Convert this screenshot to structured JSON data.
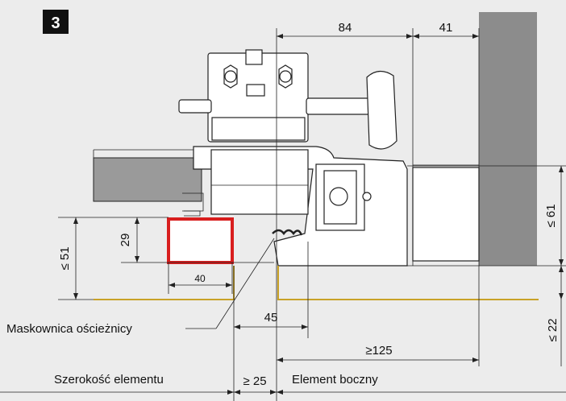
{
  "figure": {
    "badge": "3",
    "dimensions": {
      "top_a": "84",
      "top_b": "41",
      "right_top": "≤ 61",
      "right_bottom": "≤ 22",
      "left_outer": "≤ 51",
      "left_inner": "29",
      "box_width": "40",
      "mid": "45",
      "bottom_wide": "≥125",
      "bottom_gap": "≥ 25"
    },
    "labels": {
      "maskownica": "Maskownica ościeżnicy",
      "szerokosc": "Szerokość elementu",
      "element_boczny": "Element boczny"
    },
    "colors": {
      "background": "#ececec",
      "badge": "#111111",
      "wall": "#8c8c8c",
      "panel": "#9a9a9a",
      "highlight_box": "#d81e1e",
      "cover_strip": "#c9a227"
    }
  }
}
